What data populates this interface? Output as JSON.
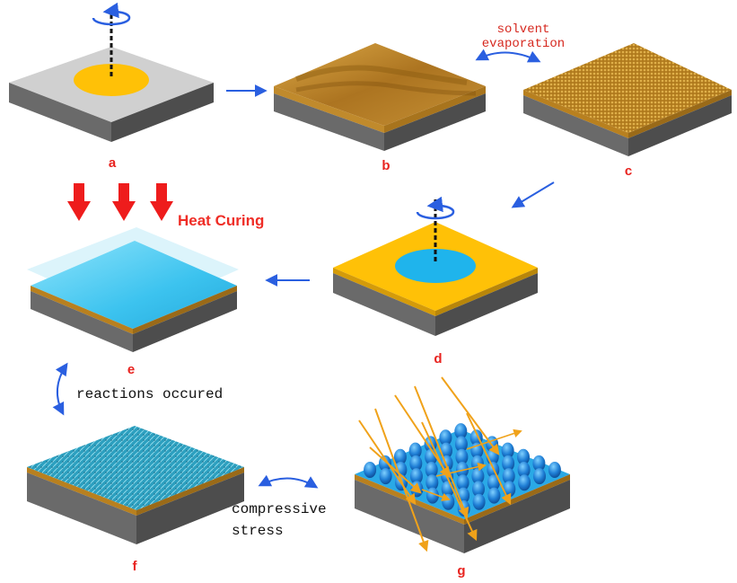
{
  "labels": {
    "a": "a",
    "b": "b",
    "c": "c",
    "d": "d",
    "e": "e",
    "f": "f",
    "g": "g"
  },
  "annotations": {
    "solvent_line1": "solvent",
    "solvent_line2": "evaporation",
    "heat_curing": "Heat Curing",
    "reactions": "reactions occured",
    "compressive_line1": "compressive",
    "compressive_line2": "stress"
  },
  "colors": {
    "arrow_blue": "#2a5fe0",
    "label_red": "#e8231f",
    "substrate_top": "#cfcfcf",
    "substrate_side": "#5b5b5b",
    "gold": "#ffc107",
    "brown_film": "#b8801f",
    "cyan": "#3cc3ef",
    "light_beam": "#f0a21a"
  },
  "icons": {
    "spin": "rotation-arrow-icon",
    "heat": "down-arrow-icon"
  }
}
